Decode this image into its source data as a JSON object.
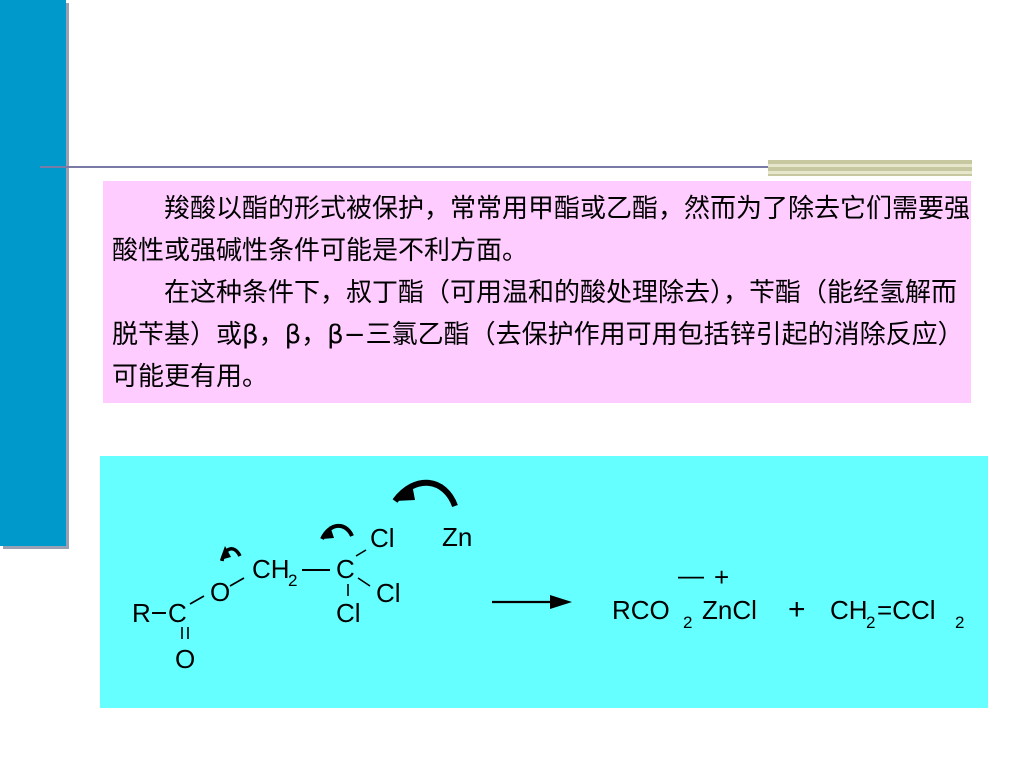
{
  "paragraphs": [
    "羧酸以酯的形式被保护，常常用甲酯或乙酯，然而为了除去它们需要强酸性或强碱性条件可能是不利方面。",
    "在这种条件下，叔丁酯（可用温和的酸处理除去），苄酯（能经氢解而脱苄基）或β，β，β−三氯乙酯（去保护作用可用包括锌引起的消除反应）可能更有用。"
  ],
  "reaction": {
    "reactant": {
      "r": "R",
      "c1": "C",
      "o_carbonyl": "O",
      "o_ester": "O",
      "ch": "CH",
      "ch_sub": "2",
      "c2": "C",
      "cl_top": "Cl",
      "cl_right": "Cl",
      "cl_bottom": "Cl",
      "zn": "Zn"
    },
    "product1": {
      "rco": "RCO",
      "sub": "2",
      "minus": "—",
      "plus": "+",
      "zncl": "ZnCl"
    },
    "plus_sign": "+",
    "product2": {
      "ch": "CH",
      "sub1": "2",
      "mid": "=CCl",
      "sub2": "2"
    }
  },
  "colors": {
    "side_bar": "#0099cc",
    "text_box": "#ffccff",
    "diagram_box": "#66ffff"
  }
}
